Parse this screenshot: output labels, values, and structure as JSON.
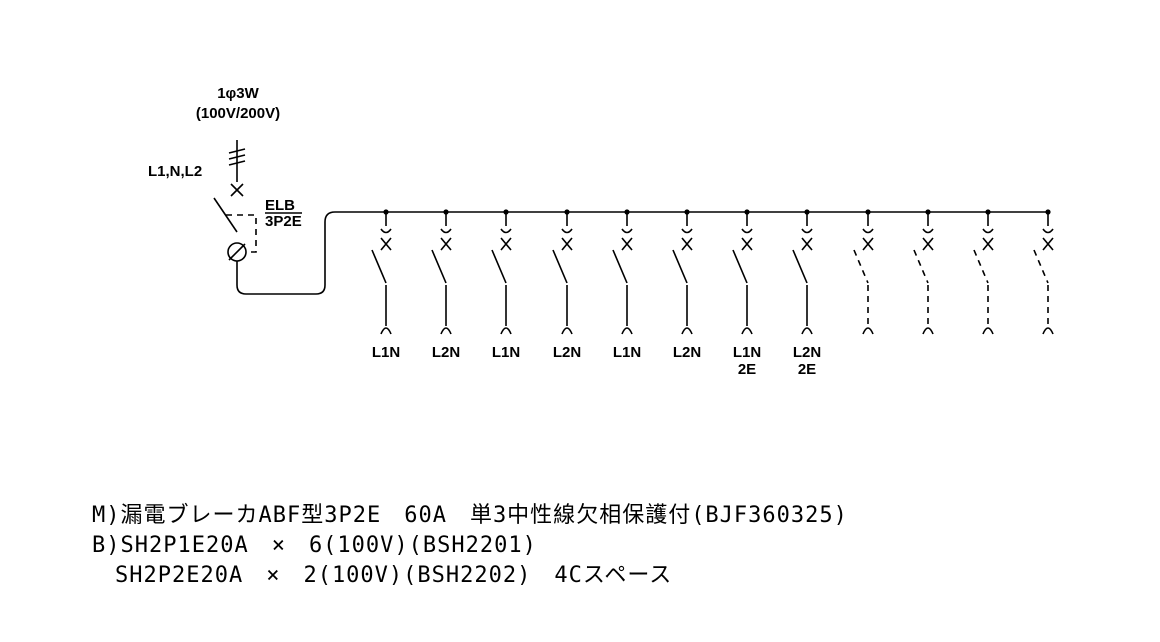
{
  "supply": {
    "phase": "1φ3W",
    "voltage": "(100V/200V)",
    "conductors": "L1,N,L2"
  },
  "main_breaker": {
    "label": "ELB",
    "poles": "3P2E"
  },
  "branches": [
    {
      "line1": "L1N",
      "line2": "",
      "spare": false
    },
    {
      "line1": "L2N",
      "line2": "",
      "spare": false
    },
    {
      "line1": "L1N",
      "line2": "",
      "spare": false
    },
    {
      "line1": "L2N",
      "line2": "",
      "spare": false
    },
    {
      "line1": "L1N",
      "line2": "",
      "spare": false
    },
    {
      "line1": "L2N",
      "line2": "",
      "spare": false
    },
    {
      "line1": "L1N",
      "line2": "2E",
      "spare": false
    },
    {
      "line1": "L2N",
      "line2": "2E",
      "spare": false
    },
    {
      "line1": "",
      "line2": "",
      "spare": true
    },
    {
      "line1": "",
      "line2": "",
      "spare": true
    },
    {
      "line1": "",
      "line2": "",
      "spare": true
    },
    {
      "line1": "",
      "line2": "",
      "spare": true
    }
  ],
  "notes": {
    "line1": "M)漏電ブレーカABF型3P2E　60A　単3中性線欠相保護付(BJF360325)",
    "line2": "B)SH2P1E20A　×　6(100V)(BSH2201)",
    "line3": "　SH2P2E20A　×　2(100V)(BSH2202)　4Cスペース"
  }
}
